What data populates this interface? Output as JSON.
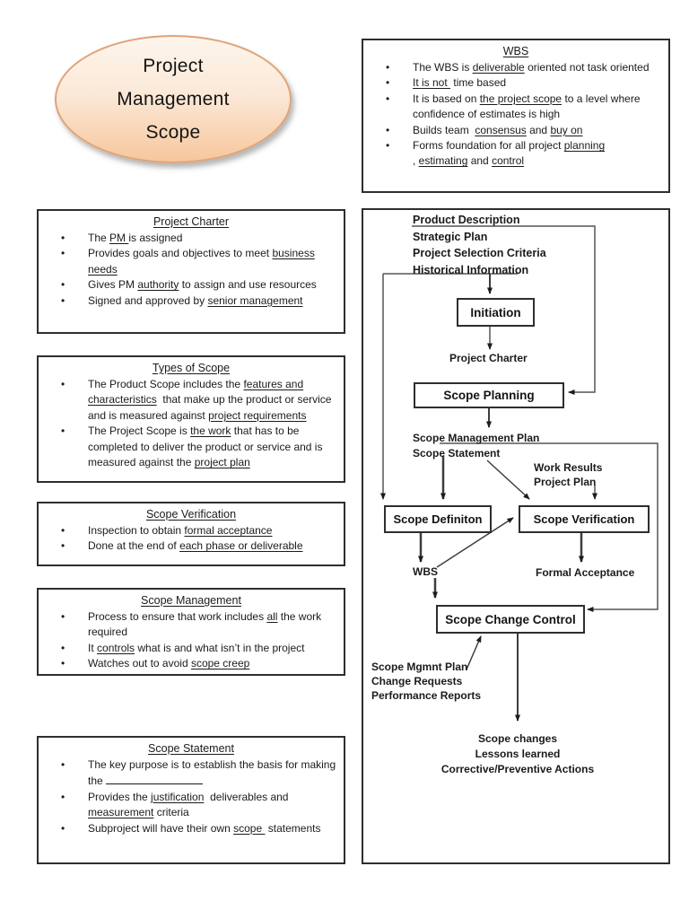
{
  "ellipse": {
    "lines": [
      "Project",
      "Management",
      "Scope"
    ],
    "fill_top": "#fdf5ec",
    "fill_bottom": "#f6c79c",
    "border_color": "#e0a377"
  },
  "wbs_box": {
    "title": "WBS",
    "bullets": [
      [
        {
          "t": "The WBS is "
        },
        {
          "t": "deliverable",
          "u": true
        },
        {
          "t": " oriented not task oriented"
        }
      ],
      [
        {
          "t": "It is not ",
          "u": true
        },
        {
          "t": " time based"
        }
      ],
      [
        {
          "t": "It is based on "
        },
        {
          "t": "the project scope",
          "u": true
        },
        {
          "t": " to a level where confidence of estimates is high"
        }
      ],
      [
        {
          "t": "Builds team  "
        },
        {
          "t": "consensus",
          "u": true
        },
        {
          "t": " and "
        },
        {
          "t": "buy on",
          "u": true
        }
      ],
      [
        {
          "t": "Forms foundation for all project "
        },
        {
          "t": "planning",
          "u": true
        },
        {
          "br": true
        },
        {
          "t": ", "
        },
        {
          "t": "estimating",
          "u": true
        },
        {
          "t": " and "
        },
        {
          "t": "control",
          "u": true
        }
      ]
    ]
  },
  "left_boxes": {
    "project_charter": {
      "title": "Project Charter",
      "bullets": [
        [
          {
            "t": "The "
          },
          {
            "t": "PM ",
            "u": true
          },
          {
            "t": "is assigned"
          }
        ],
        [
          {
            "t": "Provides goals and objectives to meet "
          },
          {
            "t": "business needs",
            "u": true
          }
        ],
        [
          {
            "t": "Gives PM "
          },
          {
            "t": "authority",
            "u": true
          },
          {
            "t": " to assign and use resources"
          }
        ],
        [
          {
            "t": "Signed and approved by "
          },
          {
            "t": "senior management",
            "u": true
          }
        ]
      ]
    },
    "types_of_scope": {
      "title": "Types of Scope",
      "bullets": [
        [
          {
            "t": "The Product Scope includes the "
          },
          {
            "t": "features and characteristics",
            "u": true
          },
          {
            "t": "  that make up the product or service and is measured against "
          },
          {
            "t": "project requirements",
            "u": true
          }
        ],
        [
          {
            "t": "The Project Scope is "
          },
          {
            "t": "the work",
            "u": true
          },
          {
            "t": " that has to be completed to deliver the product or service and is measured against the "
          },
          {
            "t": "project plan",
            "u": true
          }
        ]
      ]
    },
    "scope_verification": {
      "title": "Scope Verification",
      "bullets": [
        [
          {
            "t": "Inspection to obtain "
          },
          {
            "t": "formal acceptance",
            "u": true
          }
        ],
        [
          {
            "t": "Done at the end of "
          },
          {
            "t": "each phase or deliverable",
            "u": true
          }
        ]
      ]
    },
    "scope_management": {
      "title": "Scope Management",
      "bullets": [
        [
          {
            "t": "Process to ensure that work includes "
          },
          {
            "t": "all",
            "u": true
          },
          {
            "t": " the work required"
          }
        ],
        [
          {
            "t": "It "
          },
          {
            "t": "controls",
            "u": true
          },
          {
            "t": " what is and what isn’t in the project"
          }
        ],
        [
          {
            "t": "Watches out to avoid "
          },
          {
            "t": "scope creep",
            "u": true
          }
        ]
      ]
    },
    "scope_statement": {
      "title": "Scope Statement",
      "bullets": [
        [
          {
            "t": "The key purpose is to establish the basis for making"
          },
          {
            "br": true
          },
          {
            "t": "the "
          },
          {
            "blank": 108
          }
        ],
        [
          {
            "t": "Provides the "
          },
          {
            "t": "justification",
            "u": true
          },
          {
            "t": "  deliverables and "
          },
          {
            "t": "measurement",
            "u": true
          },
          {
            "t": " criteria"
          }
        ],
        [
          {
            "t": "Subproject will have their own "
          },
          {
            "t": "scope ",
            "u": true
          },
          {
            "t": " statements"
          }
        ]
      ]
    }
  },
  "flowchart": {
    "inputs": [
      "Product Description",
      "Strategic Plan",
      "Project Selection Criteria",
      "Historical Information"
    ],
    "nodes": {
      "initiation": "Initiation",
      "scope_planning": "Scope Planning",
      "scope_definition": "Scope Definiton",
      "scope_verification": "Scope Verification",
      "scope_change_control": "Scope Change Control"
    },
    "labels": {
      "project_charter": "Project Charter",
      "planning_outputs": [
        "Scope Management Plan",
        "Scope Statement"
      ],
      "verification_inputs": [
        "Work Results",
        "Project Plan"
      ],
      "wbs": "WBS",
      "formal_acceptance": "Formal Acceptance",
      "change_inputs": [
        "Scope Mgmnt Plan",
        "Change Requests",
        "Performance Reports"
      ],
      "final_outputs": [
        "Scope changes",
        "Lessons learned",
        "Corrective/Preventive Actions"
      ]
    }
  }
}
